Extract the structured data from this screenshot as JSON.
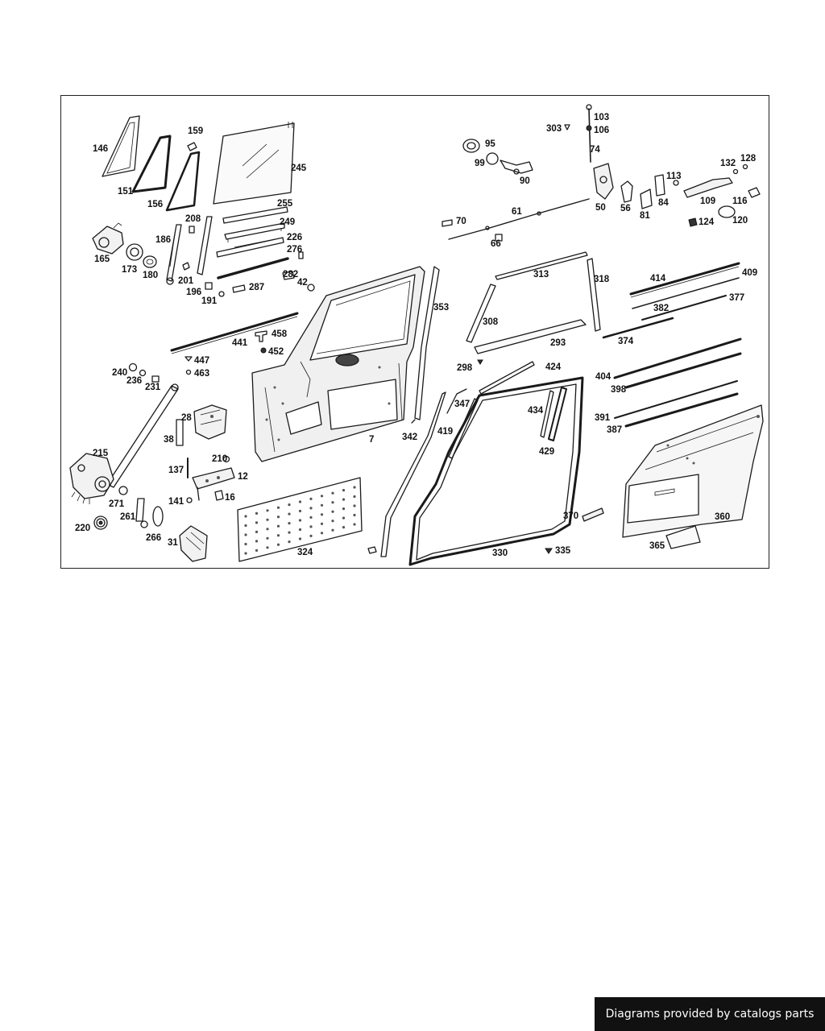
{
  "diagram": {
    "callouts": [
      "146",
      "151",
      "156",
      "159",
      "245",
      "255",
      "249",
      "226",
      "276",
      "282",
      "42",
      "287",
      "186",
      "208",
      "165",
      "173",
      "180",
      "201",
      "196",
      "191",
      "441",
      "458",
      "452",
      "447",
      "463",
      "240",
      "236",
      "231",
      "215",
      "28",
      "38",
      "210",
      "137",
      "12",
      "141",
      "16",
      "271",
      "261",
      "266",
      "220",
      "31",
      "7",
      "342",
      "353",
      "324",
      "303",
      "103",
      "106",
      "74",
      "95",
      "99",
      "90",
      "50",
      "56",
      "81",
      "84",
      "113",
      "109",
      "132",
      "128",
      "116",
      "120",
      "124",
      "70",
      "61",
      "66",
      "313",
      "318",
      "308",
      "293",
      "298",
      "424",
      "347",
      "419",
      "434",
      "429",
      "330",
      "335",
      "370",
      "414",
      "409",
      "382",
      "377",
      "374",
      "404",
      "398",
      "391",
      "387",
      "360",
      "365"
    ]
  },
  "footer": {
    "text": "Diagrams provided by catalogs parts"
  },
  "colors": {
    "line": "#1a1a1a",
    "banner_bg": "#111111",
    "banner_text": "#ffffff"
  }
}
